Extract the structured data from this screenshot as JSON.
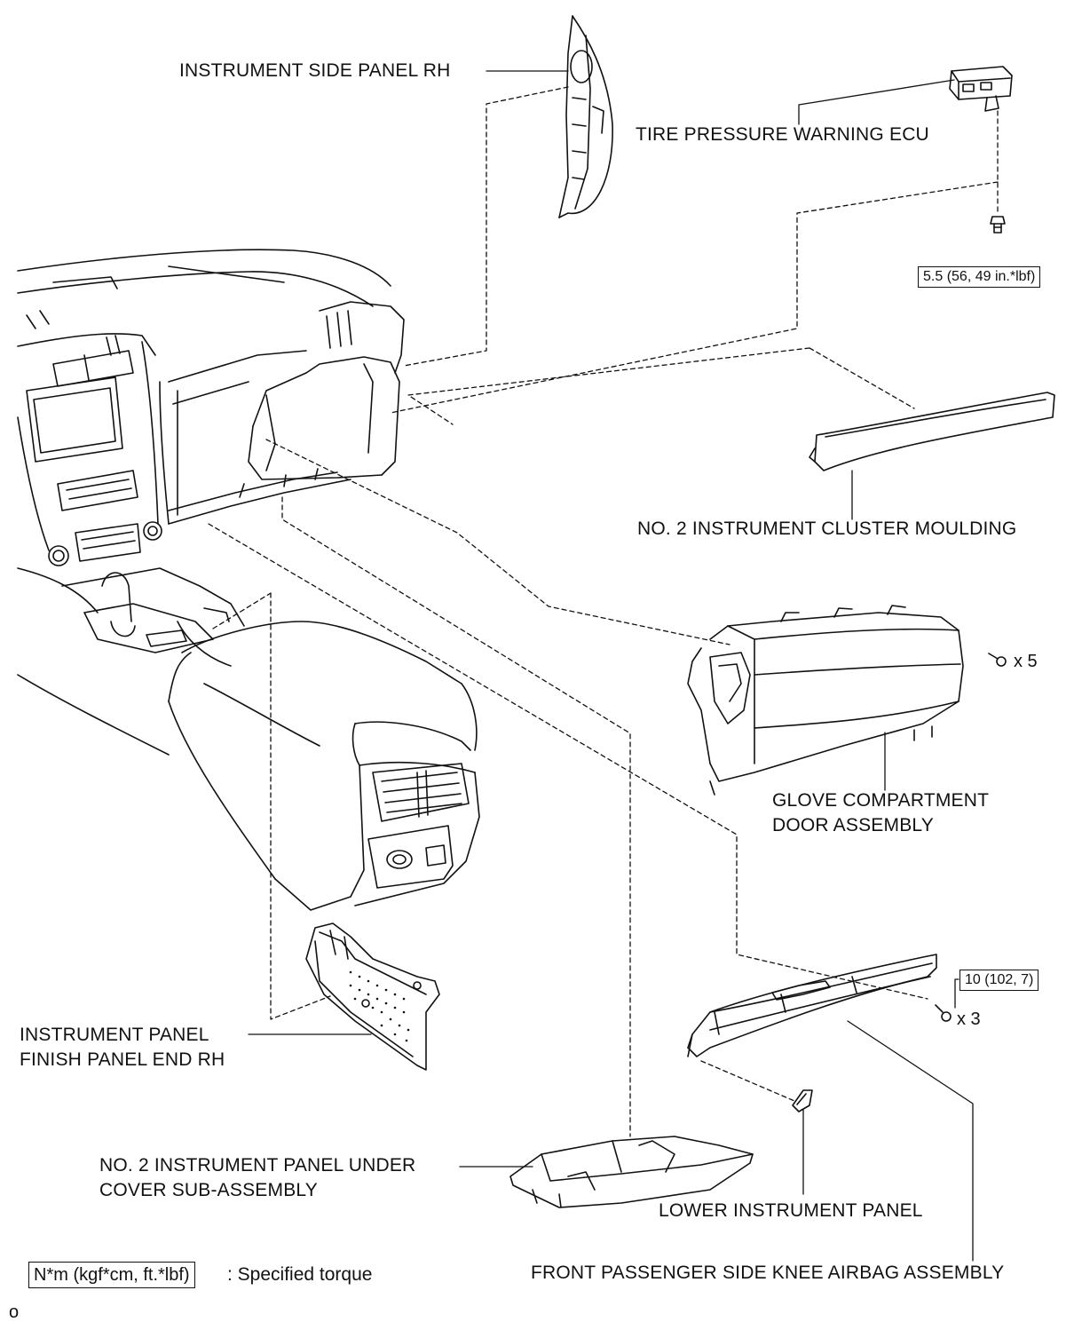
{
  "labels": {
    "side_panel": "INSTRUMENT SIDE PANEL RH",
    "tpms_ecu": "TIRE PRESSURE WARNING ECU",
    "cluster_moulding": "NO. 2 INSTRUMENT CLUSTER MOULDING",
    "glove_line1": "GLOVE COMPARTMENT",
    "glove_line2": "DOOR ASSEMBLY",
    "finish_line1": "INSTRUMENT PANEL",
    "finish_line2": "FINISH PANEL END RH",
    "under_cover_line1": "NO. 2 INSTRUMENT PANEL UNDER",
    "under_cover_line2": "COVER SUB-ASSEMBLY",
    "lower_panel": "LOWER INSTRUMENT PANEL",
    "knee_airbag": "FRONT PASSENGER SIDE KNEE AIRBAG ASSEMBLY"
  },
  "torques": {
    "ecu_bolt": "5.5 (56, 49 in.*lbf)",
    "airbag_bolt": "10 (102, 7)"
  },
  "quantities": {
    "glove_screws": "x 5",
    "airbag_bolts": "x 3"
  },
  "legend": {
    "unit": "N*m (kgf*cm, ft.*lbf)",
    "meaning": ": Specified torque"
  },
  "footer": "o"
}
